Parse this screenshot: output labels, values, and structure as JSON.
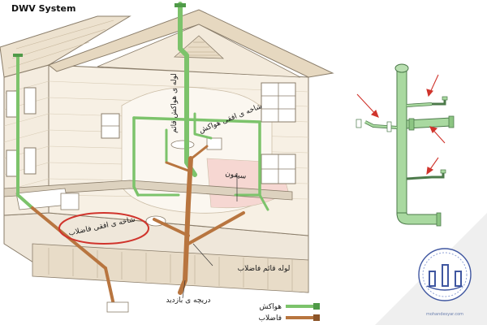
{
  "title": "DWV System",
  "labels": {
    "vent_stack": "لوله ی هواکش قائم",
    "vent_branch": "شاخه ی افقی هواکش",
    "trap": "سیفون",
    "drain_branch": "شاخه ی افقی فاضلاب",
    "waste_stack": "لوله قائم فاضلاب",
    "cleanout": "دریچه ی بازدید"
  },
  "legend": {
    "vent": "هواکش",
    "waste": "فاضلاب"
  },
  "watermark": "mohandesyar.com",
  "colors": {
    "vent_pipe": "#7cc36b",
    "waste_pipe": "#b8753f",
    "house_line": "#8a7d6a",
    "arrow": "#d0342c"
  },
  "icons": [
    "house-illustration",
    "pipe-system-diagram",
    "arrow-icon",
    "logo-icon"
  ]
}
